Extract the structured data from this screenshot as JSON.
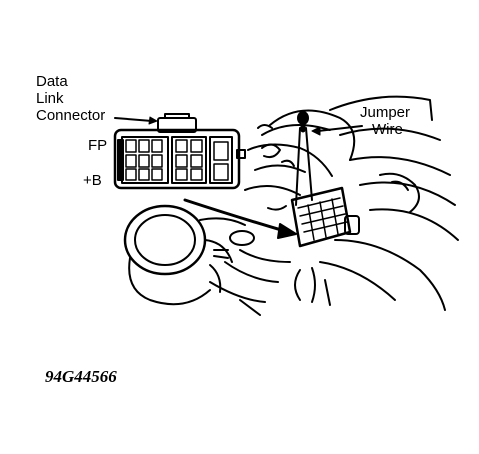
{
  "labels": {
    "data_link_line1": "Data",
    "data_link_line2": "Link",
    "data_link_line3": "Connector",
    "fp_terminal": "FP",
    "b_terminal": "+B",
    "jumper_line1": "Jumper",
    "jumper_line2": "Wire"
  },
  "figure_code": "94G44566"
}
